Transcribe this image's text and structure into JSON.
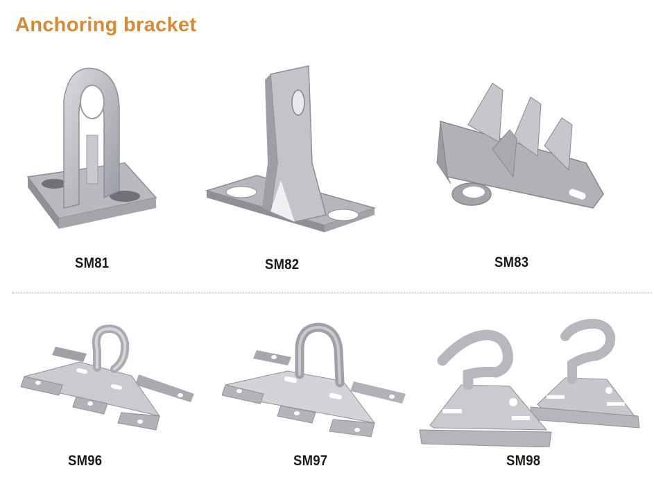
{
  "page": {
    "title": "Anchoring bracket",
    "title_color": "#d68a36"
  },
  "rows": [
    {
      "products": [
        {
          "code": "SM81",
          "image": "cast-aluminium-loop-bracket"
        },
        {
          "code": "SM82",
          "image": "single-eye-wall-bracket"
        },
        {
          "code": "SM83",
          "image": "multi-fin-cast-bracket"
        }
      ]
    },
    {
      "products": [
        {
          "code": "SM96",
          "image": "open-hook-plate-bracket"
        },
        {
          "code": "SM97",
          "image": "closed-loop-plate-bracket"
        },
        {
          "code": "SM98",
          "image": "pair-of-hook-plate-brackets"
        }
      ]
    }
  ]
}
